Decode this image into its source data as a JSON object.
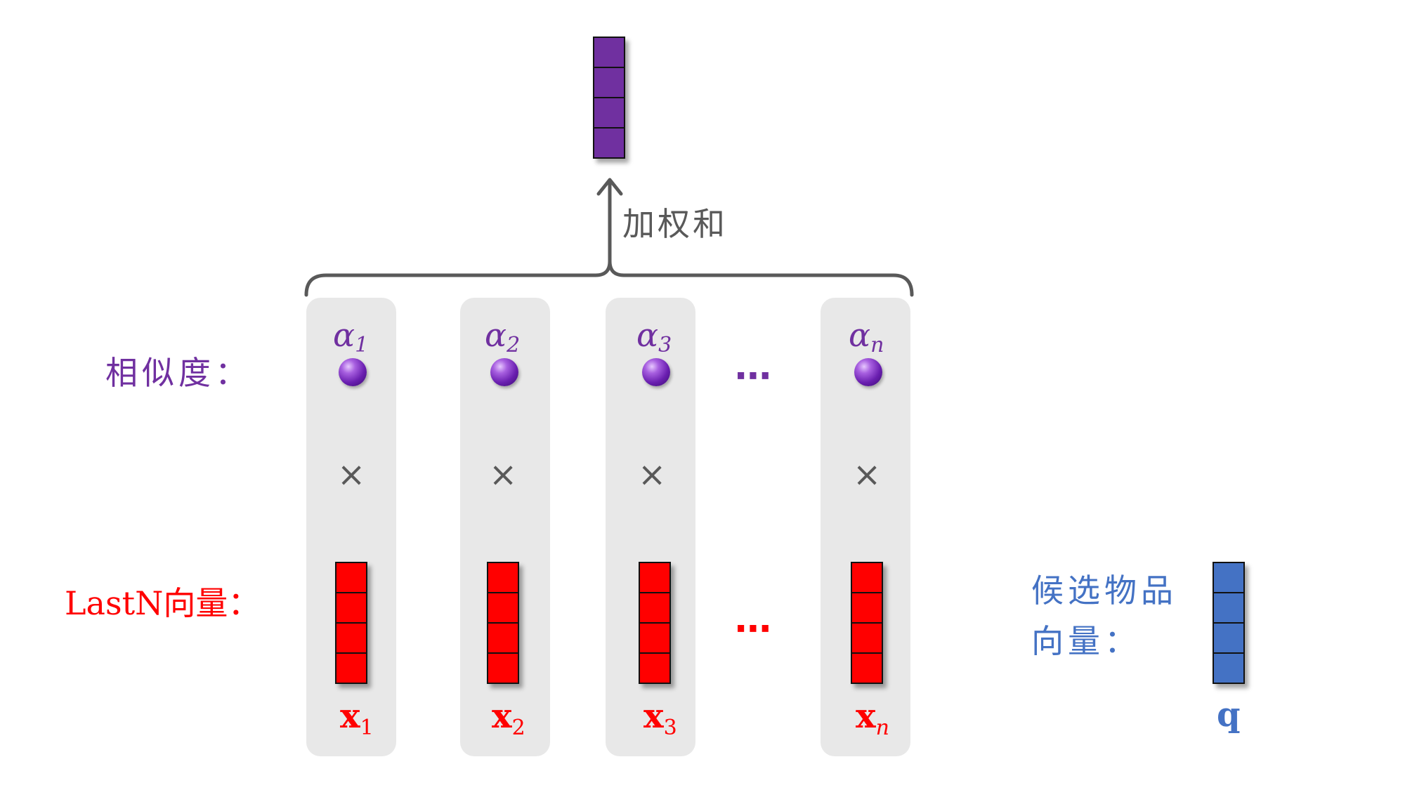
{
  "labels": {
    "similarity": "相似度：",
    "lastn_vectors": "LastN向量：",
    "weighted_sum": "加权和",
    "candidate_line1": "候选物品",
    "candidate_line2": "向量：",
    "candidate_symbol": "q"
  },
  "columns": [
    {
      "alpha": "α",
      "alpha_sub": "1",
      "x": "x",
      "x_sub": "1",
      "op": "×"
    },
    {
      "alpha": "α",
      "alpha_sub": "2",
      "x": "x",
      "x_sub": "2",
      "op": "×"
    },
    {
      "alpha": "α",
      "alpha_sub": "3",
      "x": "x",
      "x_sub": "3",
      "op": "×"
    },
    {
      "alpha": "α",
      "alpha_sub": "n",
      "x": "x",
      "x_sub": "n",
      "op": "×"
    }
  ],
  "ellipsis": "⋯",
  "colors": {
    "similarity": "#7030a0",
    "lastn": "#ff0000",
    "candidate": "#4472c4",
    "bracket": "#595959",
    "panel": "#e8e8e8"
  }
}
